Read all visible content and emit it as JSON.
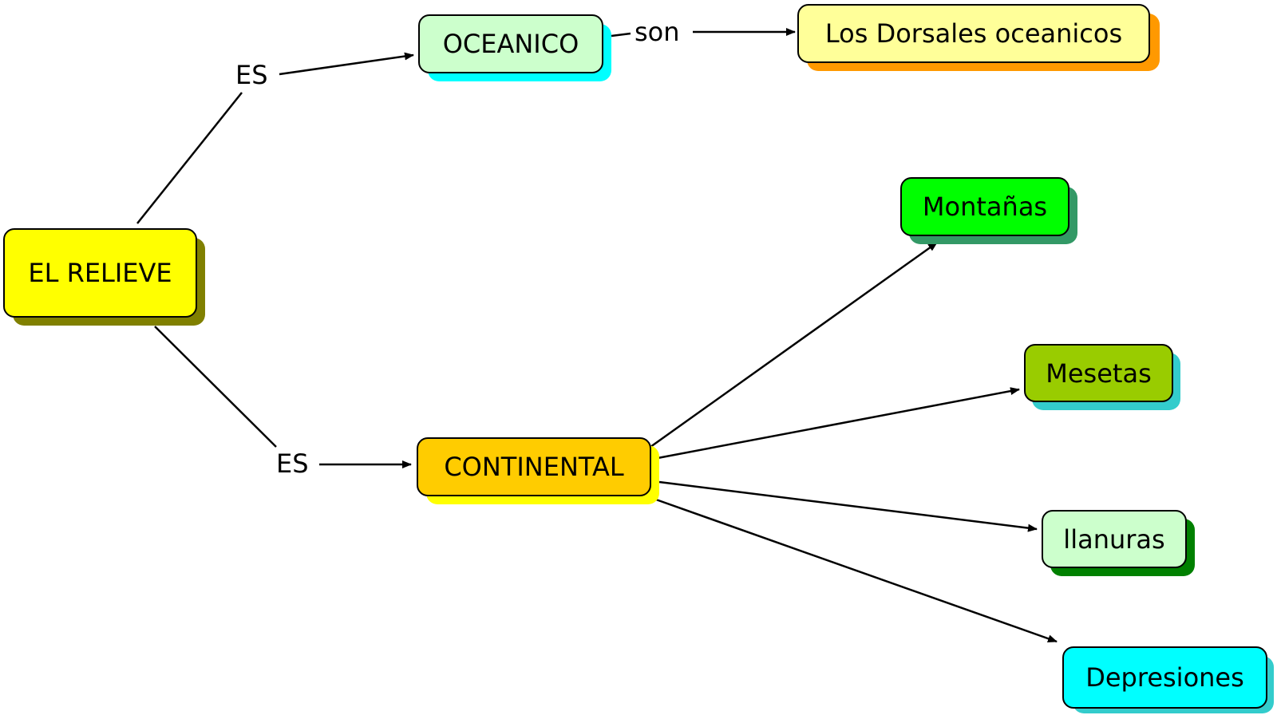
{
  "concept_map": {
    "nodes": {
      "el_relieve": {
        "label": "EL RELIEVE",
        "fill": "#FFFF00",
        "shadow": "#808000"
      },
      "oceanico": {
        "label": "OCEANICO",
        "fill": "#CCFFCC",
        "shadow": "#00FFFF"
      },
      "dorsales": {
        "label": "Los Dorsales oceanicos",
        "fill": "#FFFF99",
        "shadow": "#FF9900"
      },
      "continental": {
        "label": "CONTINENTAL",
        "fill": "#FFCC00",
        "shadow": "#FFFF00"
      },
      "montanas": {
        "label": "Montañas",
        "fill": "#00FF00",
        "shadow": "#339966"
      },
      "mesetas": {
        "label": "Mesetas",
        "fill": "#99CC00",
        "shadow": "#33CCCC"
      },
      "llanuras": {
        "label": "llanuras",
        "fill": "#CCFFCC",
        "shadow": "#008000"
      },
      "depresiones": {
        "label": "Depresiones",
        "fill": "#00FFFF",
        "shadow": "#33CCCC"
      }
    },
    "linking_phrases": {
      "es_oceanico": "ES",
      "es_continental": "ES",
      "son": "son"
    }
  }
}
